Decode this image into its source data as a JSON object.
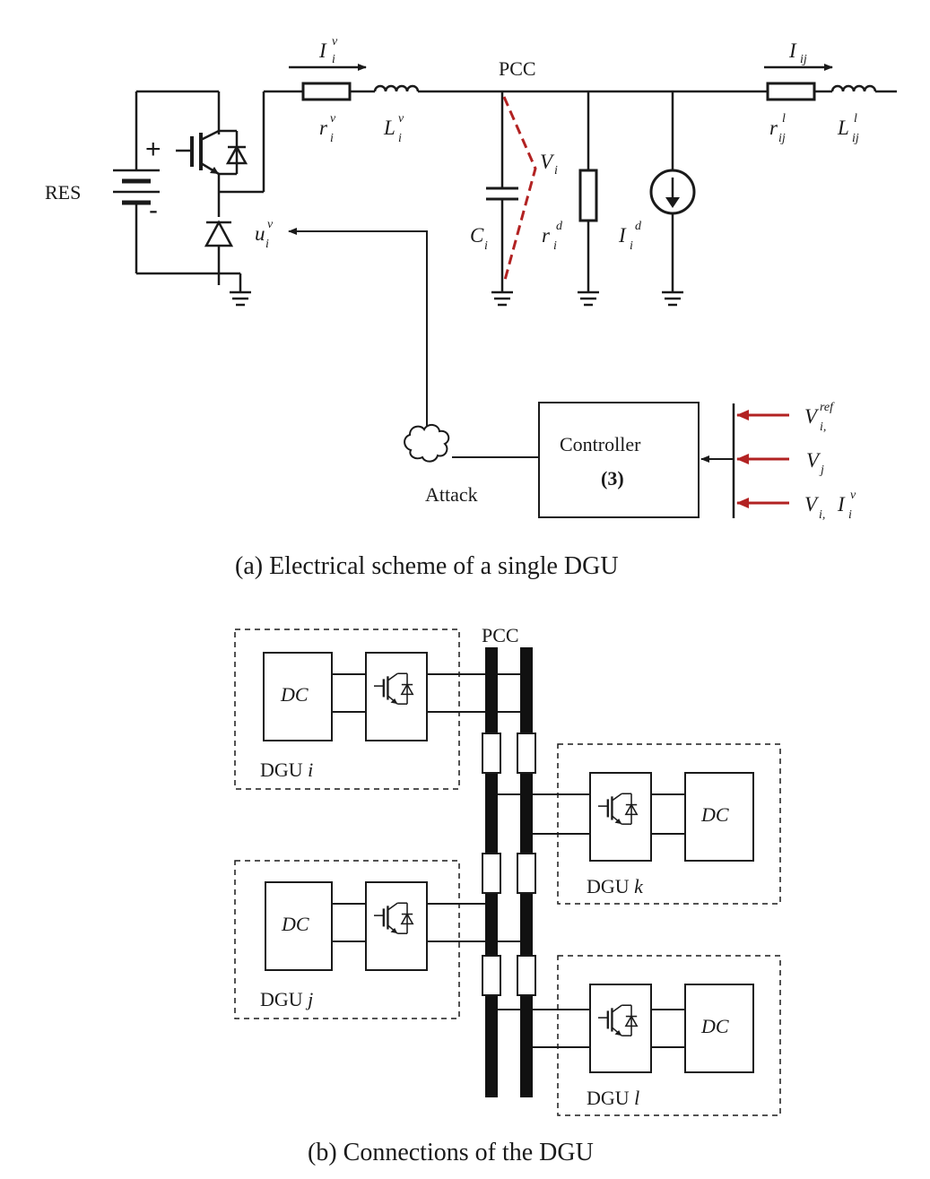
{
  "diagram_a": {
    "caption": "(a) Electrical scheme of a single DGU",
    "res_label": "RES",
    "plus_sign": "+",
    "minus_sign": "-",
    "pcc_label": "PCC",
    "current_in": {
      "sym": "I",
      "sub": "i",
      "sup": "v"
    },
    "r_in": {
      "sym": "r",
      "sub": "i",
      "sup": "v"
    },
    "l_in": {
      "sym": "L",
      "sub": "i",
      "sup": "v"
    },
    "current_line": {
      "sym": "I",
      "sub": "ij"
    },
    "r_line": {
      "sym": "r",
      "sub": "ij",
      "sup": "l"
    },
    "l_line": {
      "sym": "L",
      "sub": "ij",
      "sup": "l"
    },
    "voltage": {
      "sym": "V",
      "sub": "i"
    },
    "capacitor": {
      "sym": "C",
      "sub": "i"
    },
    "r_load": {
      "sym": "r",
      "sub": "i",
      "sup": "d"
    },
    "i_load": {
      "sym": "I",
      "sub": "i",
      "sup": "d"
    },
    "control_input": {
      "sym": "u",
      "sub": "i",
      "sup": "v"
    },
    "attack_label": "Attack",
    "controller_label": "Controller",
    "controller_eq": "(3)",
    "inputs": [
      {
        "sym": "V",
        "sub": "i,",
        "sup": "ref"
      },
      {
        "sym": "V",
        "sub": "j"
      },
      {
        "sym": "V",
        "sub": "i,",
        "sym2": "I",
        "sub2": "i",
        "sup2": "v"
      }
    ],
    "colors": {
      "line": "#1a1a1a",
      "attack_red": "#b22222"
    }
  },
  "diagram_b": {
    "caption": "(b) Connections of the DGU",
    "pcc_label": "PCC",
    "source_label": "DC",
    "units": [
      {
        "prefix": "DGU",
        "id": "i"
      },
      {
        "prefix": "DGU",
        "id": "j"
      },
      {
        "prefix": "DGU",
        "id": "k"
      },
      {
        "prefix": "DGU",
        "id": "l"
      }
    ]
  }
}
